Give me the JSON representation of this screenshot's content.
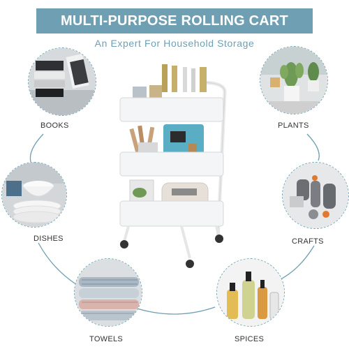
{
  "header": {
    "title": "MULTI-PURPOSE ROLLING CART",
    "subtitle": "An Expert For Household Storage"
  },
  "categories": {
    "books": "BOOKS",
    "plants": "PLANTS",
    "dishes": "DISHES",
    "crafts": "CRAFTS",
    "towels": "TOWELS",
    "spices": "SPICES"
  },
  "colors": {
    "accent": "#6f9fb3",
    "cart": "#f4f5f6"
  }
}
